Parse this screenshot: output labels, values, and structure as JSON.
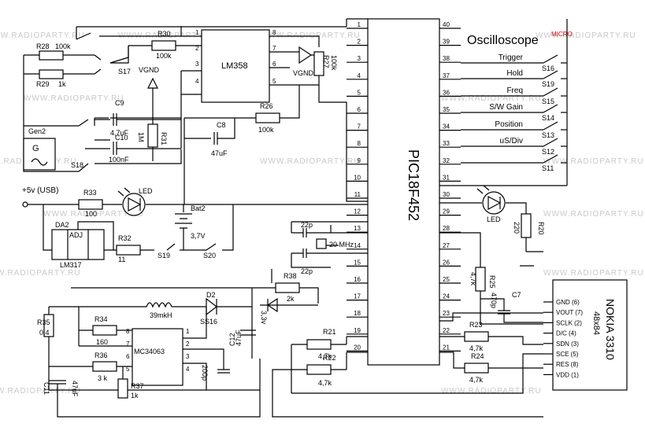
{
  "title": "Oscilloscope",
  "title_badge": "MICRO",
  "title_badge_color": "#d01010",
  "watermark": "WWW.RADIOPARTY.RU",
  "mcu": {
    "name": "PIC18F452",
    "left_pins": [
      "1",
      "2",
      "3",
      "4",
      "5",
      "6",
      "7",
      "8",
      "9",
      "10",
      "11",
      "12",
      "13",
      "14",
      "15",
      "16",
      "17",
      "18",
      "19",
      "20"
    ],
    "right_pins": [
      "40",
      "39",
      "38",
      "37",
      "36",
      "35",
      "34",
      "33",
      "32",
      "31",
      "30",
      "29",
      "28",
      "27",
      "26",
      "25",
      "24",
      "23",
      "22",
      "21"
    ]
  },
  "opamp": {
    "name": "LM358",
    "left_pins": [
      "1",
      "2",
      "3",
      "4"
    ],
    "right_pins": [
      "8",
      "7",
      "6",
      "5"
    ]
  },
  "regulator": {
    "name": "LM317",
    "ref": "DA2",
    "adj": "ADJ"
  },
  "converter": {
    "name": "MC34063",
    "left_pins": [
      "8",
      "7",
      "6",
      "5"
    ],
    "right_pins": [
      "1",
      "2",
      "3",
      "4"
    ]
  },
  "lcd": {
    "name": "NOKIA 3310",
    "size": "48x84",
    "pins": [
      "GND (6)",
      "VOUT (7)",
      "SCLK (2)",
      "D/C (4)",
      "SDN (3)",
      "SCE (5)",
      "RES (8)",
      "VDD (1)"
    ]
  },
  "switches": [
    {
      "ref": "S16",
      "label": "Trigger"
    },
    {
      "ref": "S19",
      "label": "Hold"
    },
    {
      "ref": "S15",
      "label": "Freq"
    },
    {
      "ref": "S14",
      "label": "S/W Gain"
    },
    {
      "ref": "S13",
      "label": "Position"
    },
    {
      "ref": "S12",
      "label": "uS/Div"
    },
    {
      "ref": "S11",
      "label": ""
    }
  ],
  "labels": {
    "r28": "R28",
    "r28v": "100k",
    "r29": "R29",
    "r29v": "1k",
    "s17": "S17",
    "r30": "R30",
    "r30v": "100k",
    "r27": "R27",
    "r27v": "100k",
    "vgnd1": "VGND",
    "vgnd2": "VGND",
    "c9": "C9",
    "c9v": "4,7uF",
    "r31": "R31",
    "r31v": "1M",
    "c10": "C10",
    "c10v": "100nF",
    "gen2": "Gen2",
    "gen_g": "G",
    "s18": "S18",
    "r26": "R26",
    "r26v": "100k",
    "c8": "C8",
    "c8v": "47uF",
    "usb": "+5v (USB)",
    "r33": "R33",
    "r33v": "100",
    "led1": "LED",
    "bat": "Bat2",
    "batv": "3,7V",
    "r32": "R32",
    "r32v": "11",
    "s19": "S19",
    "s20": "S20",
    "c22a": "22p",
    "c22b": "22p",
    "xtal": "20 MHz",
    "r38": "R38",
    "r38v": "2k",
    "d2": "D2",
    "d2n": "SS16",
    "l": "39mkH",
    "z": "3,3v",
    "r35": "R35",
    "r35v": "0,4",
    "r34": "R34",
    "r34v": "160",
    "r36": "R36",
    "r36v": "3 k",
    "r37": "R37",
    "r37v": "1k",
    "c11": "C11",
    "c11v": "47uF",
    "c200": "200p",
    "c12": "C12",
    "c12v": "47uF",
    "r21": "R21",
    "r21v": "4,7k",
    "r22": "R22",
    "r22v": "4,7k",
    "r23": "R23",
    "r23v": "4,7k",
    "r24": "R24",
    "r24v": "4,7k",
    "r25": "R25",
    "r25v": "4,7k",
    "c7": "C7",
    "c7v": "470p",
    "led2": "LED",
    "r20": "R20",
    "r20v": "220"
  }
}
